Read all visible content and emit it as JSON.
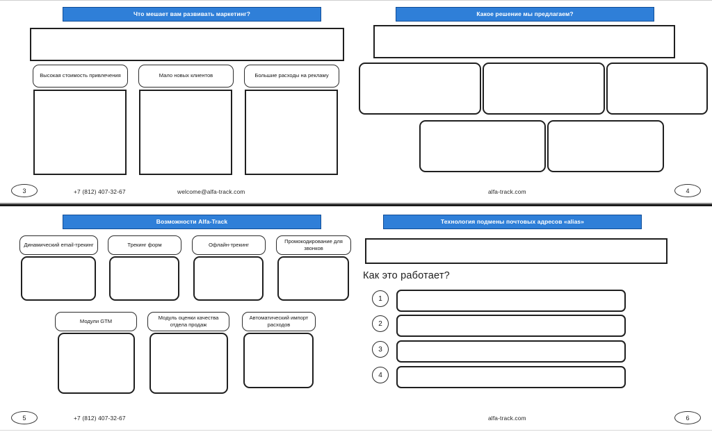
{
  "document": {
    "kind": "presentation-handout-4up",
    "brand_blue": "#2f7fd8",
    "ink": "#1f1f1f"
  },
  "slides": [
    {
      "id": "slide-3",
      "page_number": "3",
      "title": "Что мешает вам развивать маркетинг?",
      "lead_box_text": "",
      "columns": [
        {
          "label": "Высокая стоимость привлечения",
          "body_text": ""
        },
        {
          "label": "Мало новых клиентов",
          "body_text": ""
        },
        {
          "label": "Большие расходы на рекламу",
          "body_text": ""
        }
      ],
      "footer": {
        "phone": "+7 (812) 407-32-67",
        "email": "welcome@alfa-track.com",
        "website": ""
      }
    },
    {
      "id": "slide-4",
      "page_number": "4",
      "title": "Какое решение мы предлагаем?",
      "lead_box_text": "",
      "row1_boxes": [
        {
          "text": ""
        },
        {
          "text": ""
        },
        {
          "text": ""
        }
      ],
      "row2_boxes": [
        {
          "text": ""
        },
        {
          "text": ""
        }
      ],
      "footer": {
        "phone": "",
        "email": "",
        "website": "alfa-track.com"
      }
    },
    {
      "id": "slide-5",
      "page_number": "5",
      "title": "Возможности Alfa-Track",
      "features_row1": [
        {
          "label": "Динамический email-трекинг",
          "body_text": ""
        },
        {
          "label": "Трекинг форм",
          "body_text": ""
        },
        {
          "label": "Офлайн-трекинг",
          "body_text": ""
        },
        {
          "label": "Промокодирование для звонков",
          "body_text": ""
        }
      ],
      "features_row2": [
        {
          "label": "Модули GTM",
          "body_text": ""
        },
        {
          "label": "Модуль оценки качества отдела продаж",
          "body_text": ""
        },
        {
          "label": "Автоматический импорт расходов",
          "body_text": ""
        }
      ],
      "footer": {
        "phone": "+7 (812) 407-32-67",
        "email": "",
        "website": ""
      }
    },
    {
      "id": "slide-6",
      "page_number": "6",
      "title": "Технология подмены почтовых адресов «alias»",
      "lead_box_text": "",
      "section_heading": "Как это работает?",
      "steps": [
        {
          "number": "1",
          "text": ""
        },
        {
          "number": "2",
          "text": ""
        },
        {
          "number": "3",
          "text": ""
        },
        {
          "number": "4",
          "text": ""
        }
      ],
      "footer": {
        "phone": "",
        "email": "",
        "website": "alfa-track.com"
      }
    }
  ]
}
